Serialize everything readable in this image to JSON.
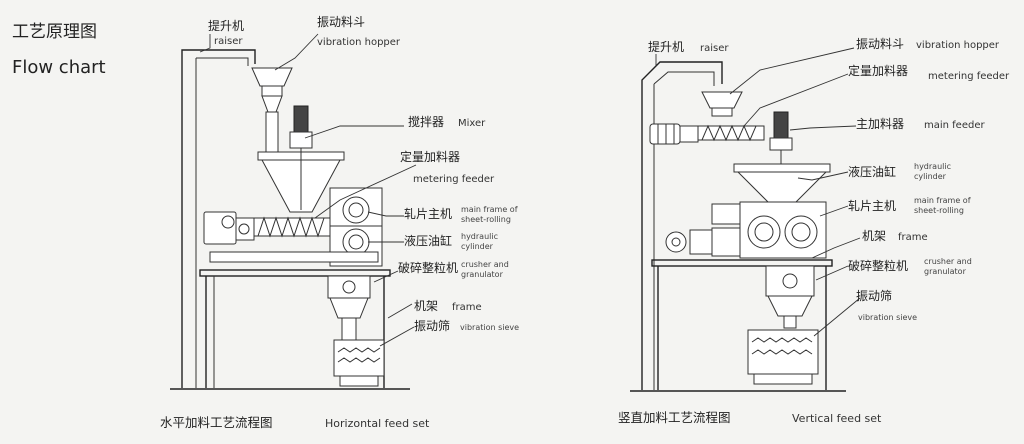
{
  "heading": {
    "zh": "工艺原理图",
    "en": "Flow chart"
  },
  "left_diagram": {
    "caption_zh": "水平加料工艺流程图",
    "caption_en": "Horizontal feed set",
    "labels": {
      "raiser_zh": "提升机",
      "raiser_en": "raiser",
      "hopper_zh": "振动料斗",
      "hopper_en": "vibration hopper",
      "mixer_zh": "搅拌器",
      "mixer_en": "Mixer",
      "metering_zh": "定量加料器",
      "metering_en": "metering feeder",
      "mainframe_zh": "轧片主机",
      "mainframe_en1": "main frame of",
      "mainframe_en2": "sheet-rolling",
      "hydraulic_zh": "液压油缸",
      "hydraulic_en1": "hydraulic",
      "hydraulic_en2": "cylinder",
      "crusher_zh": "破碎整粒机",
      "crusher_en1": "crusher and",
      "crusher_en2": "granulator",
      "frame_zh": "机架",
      "frame_en": "frame",
      "sieve_zh": "振动筛",
      "sieve_en": "vibration sieve"
    }
  },
  "right_diagram": {
    "caption_zh": "竖直加料工艺流程图",
    "caption_en": "Vertical feed set",
    "labels": {
      "raiser_zh": "提升机",
      "raiser_en": "raiser",
      "hopper_zh": "振动料斗",
      "hopper_en": "vibration hopper",
      "metering_zh": "定量加料器",
      "metering_en": "metering feeder",
      "mainfeeder_zh": "主加料器",
      "mainfeeder_en": "main feeder",
      "hydraulic_zh": "液压油缸",
      "hydraulic_en1": "hydraulic",
      "hydraulic_en2": "cylinder",
      "mainframe_zh": "轧片主机",
      "mainframe_en1": "main frame of",
      "mainframe_en2": "sheet-rolling",
      "frame_zh": "机架",
      "frame_en": "frame",
      "crusher_zh": "破碎整粒机",
      "crusher_en1": "crusher and",
      "crusher_en2": "granulator",
      "sieve_zh": "振动筛",
      "sieve_en": "vibration sieve"
    }
  }
}
